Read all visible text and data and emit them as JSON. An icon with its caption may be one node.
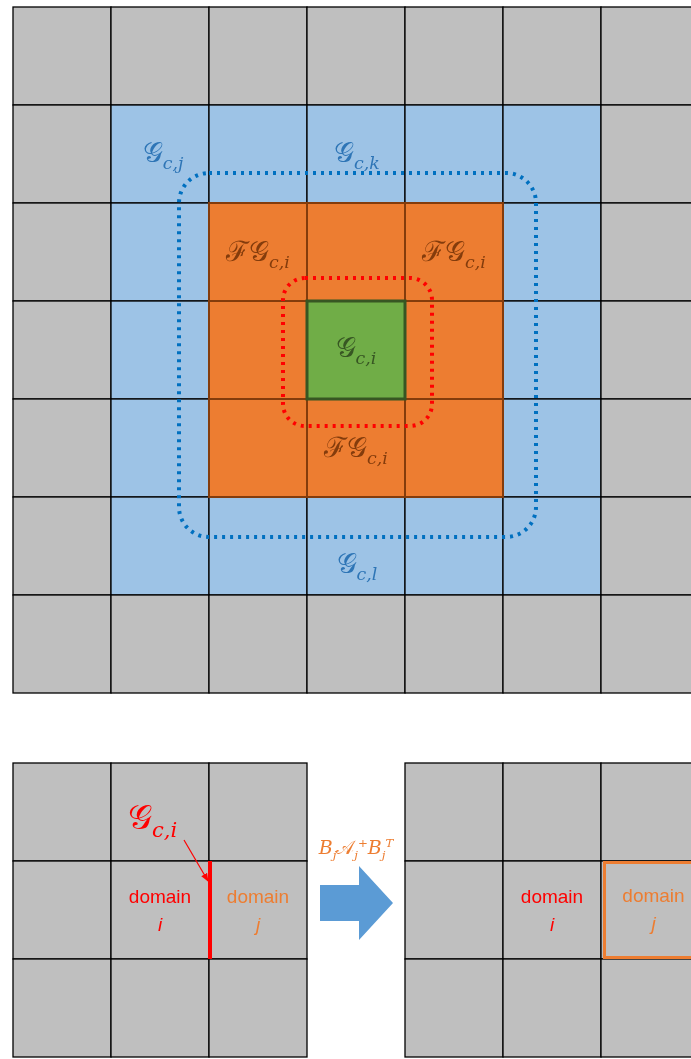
{
  "diagram": {
    "nodes": [
      {
        "text": [],
        "shape": "box"
      },
      {
        "text": [
          "𝒢$_{c,i}$"
        ],
        "in": 0
      },
      {
        "text": [],
        "shape": "bar",
        "in": 0
      },
      {
        "text": [],
        "shape": "box"
      },
      {
        "text": [
          "domain *j*"
        ],
        "in": 3
      }
    ],
    "edges": [
      {
        "from": 1,
        "to": 2,
        "arrow": "to",
        "color": "#ff0000"
      },
      {
        "from": 0,
        "to": 3,
        "arrow": "to",
        "label": "*B*$_{j}$𝒜$_{j}$$^{+}$*B*$_{j}$$^{T}$",
        "style": "thick",
        "color": "#5b9bd5"
      }
    ],
    "labels": [
      "𝒢$_{c,j}$",
      "𝒢$_{c,k}$",
      "ℱ𝒢$_{c,i}$",
      "ℱ𝒢$_{c,i}$",
      "𝒢$_{c,i}$",
      "ℱ𝒢$_{c,i}$",
      "𝒢$_{c,l}$",
      "domain *i*",
      "domain *j*",
      "domain *i*"
    ]
  }
}
